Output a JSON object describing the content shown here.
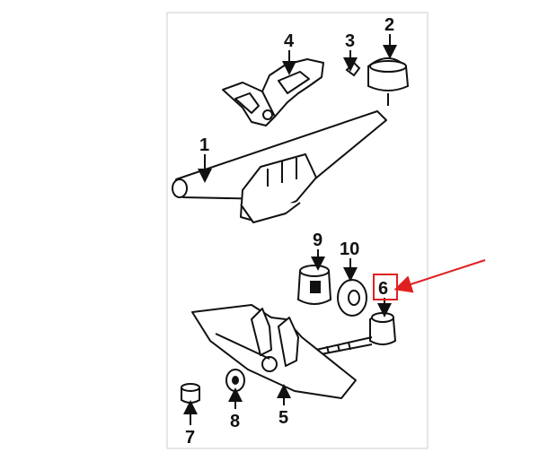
{
  "diagram": {
    "parts": [
      {
        "id": "p1",
        "number": "1"
      },
      {
        "id": "p2",
        "number": "2"
      },
      {
        "id": "p3",
        "number": "3"
      },
      {
        "id": "p4",
        "number": "4"
      },
      {
        "id": "p5",
        "number": "5"
      },
      {
        "id": "p6",
        "number": "6"
      },
      {
        "id": "p7",
        "number": "7"
      },
      {
        "id": "p8",
        "number": "8"
      },
      {
        "id": "p9",
        "number": "9"
      },
      {
        "id": "p10",
        "number": "10"
      }
    ],
    "highlight": {
      "part": "6",
      "color": "#e02020"
    }
  }
}
